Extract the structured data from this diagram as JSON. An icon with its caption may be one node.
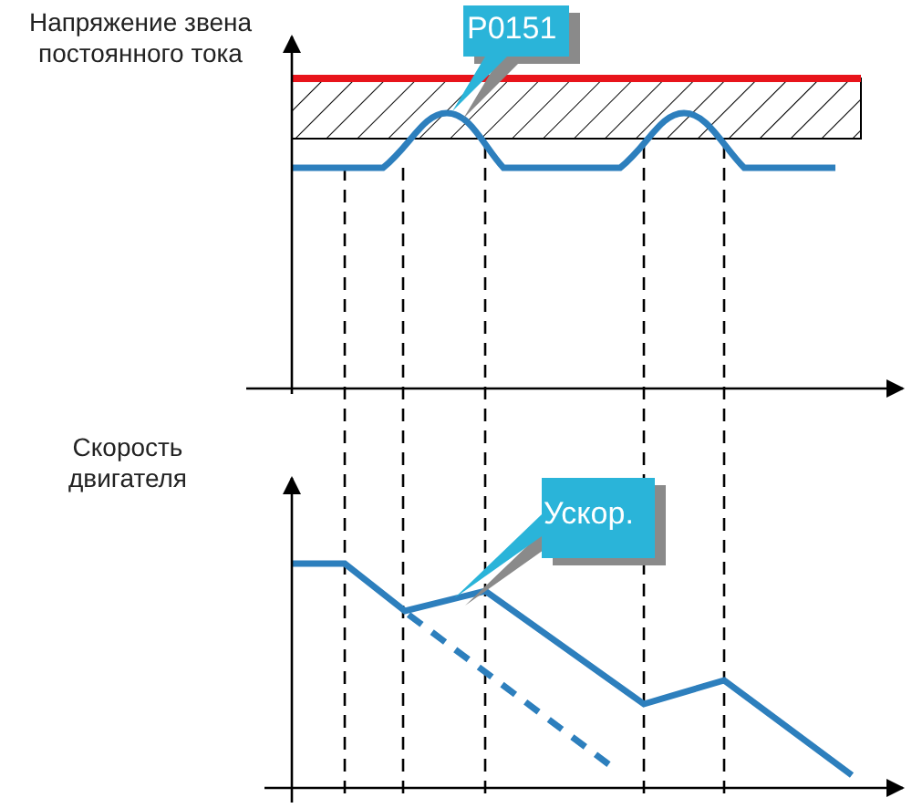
{
  "diagram": {
    "nodes": [
      {
        "text": [
          "P0151"
        ]
      },
      {
        "text": [
          "Ускор."
        ]
      }
    ],
    "labels": [
      "Напряжение звена постоянного тока",
      "Скорость двигателя"
    ]
  }
}
